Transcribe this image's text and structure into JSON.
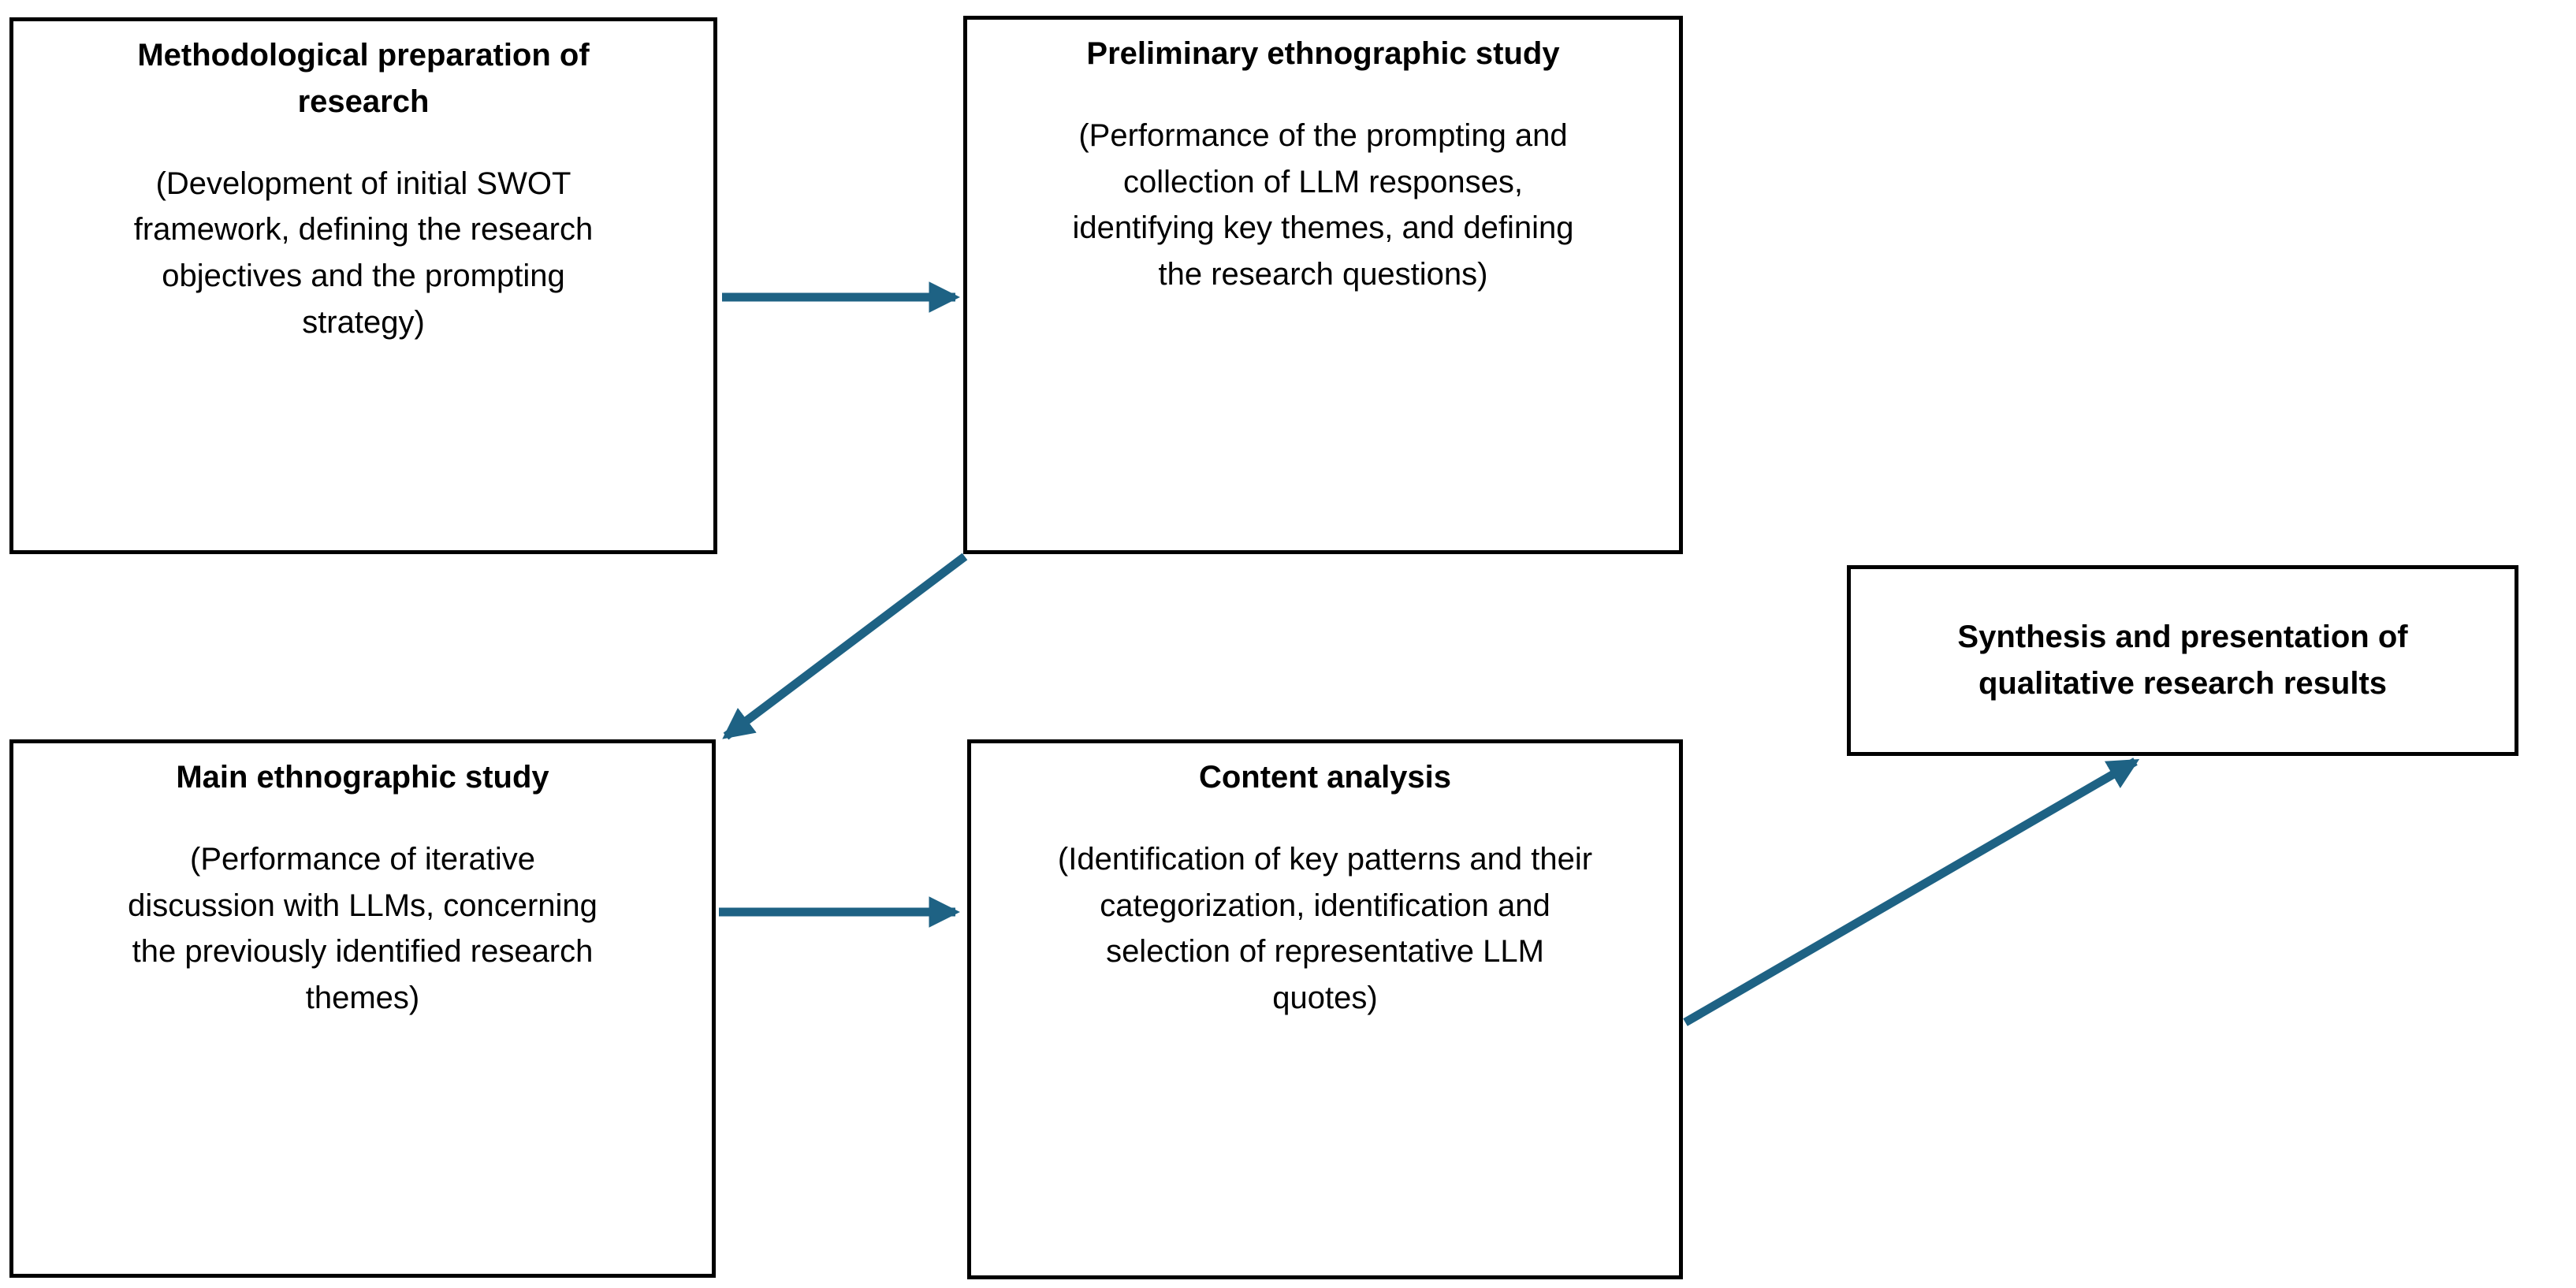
{
  "diagram": {
    "background": "#ffffff",
    "colors": {
      "box_border": "#000000",
      "text": "#000000",
      "arrow": "#1E6284"
    },
    "boxes": [
      {
        "id": "methodological-preparation",
        "title": "Methodological preparation of research",
        "body": "(Development of initial SWOT framework, defining the research objectives and the prompting strategy)"
      },
      {
        "id": "preliminary-ethnographic-study",
        "title": "Preliminary ethnographic study",
        "body": "(Performance of the prompting and collection of LLM responses, identifying key themes, and defining the research questions)"
      },
      {
        "id": "main-ethnographic-study",
        "title": "Main ethnographic study",
        "body": "(Performance of iterative discussion with LLMs, concerning the previously identified research themes)"
      },
      {
        "id": "content-analysis",
        "title": "Content analysis",
        "body": "(Identification of key patterns and their categorization, identification and selection of representative LLM quotes)"
      },
      {
        "id": "synthesis-presentation",
        "title": "Synthesis and presentation of qualitative research results",
        "body": ""
      }
    ],
    "arrows": [
      {
        "from": "methodological-preparation",
        "to": "preliminary-ethnographic-study",
        "direction": "right"
      },
      {
        "from": "preliminary-ethnographic-study",
        "to": "main-ethnographic-study",
        "direction": "down-left"
      },
      {
        "from": "main-ethnographic-study",
        "to": "content-analysis",
        "direction": "right"
      },
      {
        "from": "content-analysis",
        "to": "synthesis-presentation",
        "direction": "up-right"
      }
    ]
  }
}
